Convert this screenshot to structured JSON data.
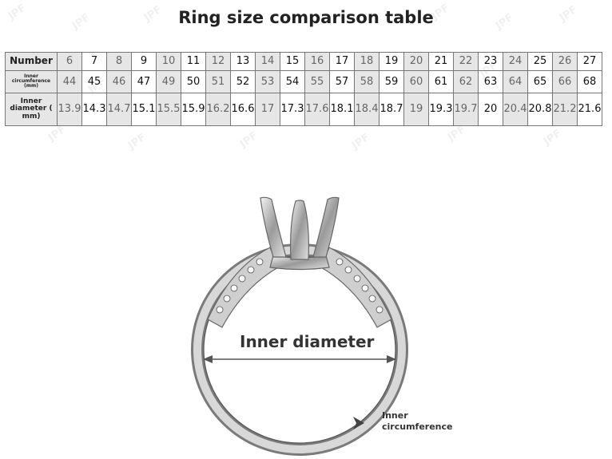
{
  "title": "Ring size comparison table",
  "table": {
    "row_headers": {
      "number": "Number",
      "inner_circumference": "Inner circumference (mm)",
      "inner_diameter": "Inner diameter ( mm)"
    },
    "columns": [
      {
        "number": "6",
        "circumference": "44",
        "diameter": "13.9"
      },
      {
        "number": "7",
        "circumference": "45",
        "diameter": "14.3"
      },
      {
        "number": "8",
        "circumference": "46",
        "diameter": "14.7"
      },
      {
        "number": "9",
        "circumference": "47",
        "diameter": "15.1"
      },
      {
        "number": "10",
        "circumference": "49",
        "diameter": "15.5"
      },
      {
        "number": "11",
        "circumference": "50",
        "diameter": "15.9"
      },
      {
        "number": "12",
        "circumference": "51",
        "diameter": "16.2"
      },
      {
        "number": "13",
        "circumference": "52",
        "diameter": "16.6"
      },
      {
        "number": "14",
        "circumference": "53",
        "diameter": "17"
      },
      {
        "number": "15",
        "circumference": "54",
        "diameter": "17.3"
      },
      {
        "number": "16",
        "circumference": "55",
        "diameter": "17.6"
      },
      {
        "number": "17",
        "circumference": "57",
        "diameter": "18.1"
      },
      {
        "number": "18",
        "circumference": "58",
        "diameter": "18.4"
      },
      {
        "number": "19",
        "circumference": "59",
        "diameter": "18.7"
      },
      {
        "number": "20",
        "circumference": "60",
        "diameter": "19"
      },
      {
        "number": "21",
        "circumference": "61",
        "diameter": "19.3"
      },
      {
        "number": "22",
        "circumference": "62",
        "diameter": "19.7"
      },
      {
        "number": "23",
        "circumference": "63",
        "diameter": "20"
      },
      {
        "number": "24",
        "circumference": "64",
        "diameter": "20.4"
      },
      {
        "number": "25",
        "circumference": "65",
        "diameter": "20.8"
      },
      {
        "number": "26",
        "circumference": "66",
        "diameter": "21.2"
      },
      {
        "number": "27",
        "circumference": "68",
        "diameter": "21.6"
      }
    ]
  },
  "diagram": {
    "inner_diameter_label": "Inner diameter",
    "inner_circumference_label_line1": "Inner",
    "inner_circumference_label_line2": "circumference"
  },
  "watermark_text": "JPF",
  "colors": {
    "header_bg": "#e6e6e6",
    "border": "#777777",
    "text": "#222222"
  }
}
